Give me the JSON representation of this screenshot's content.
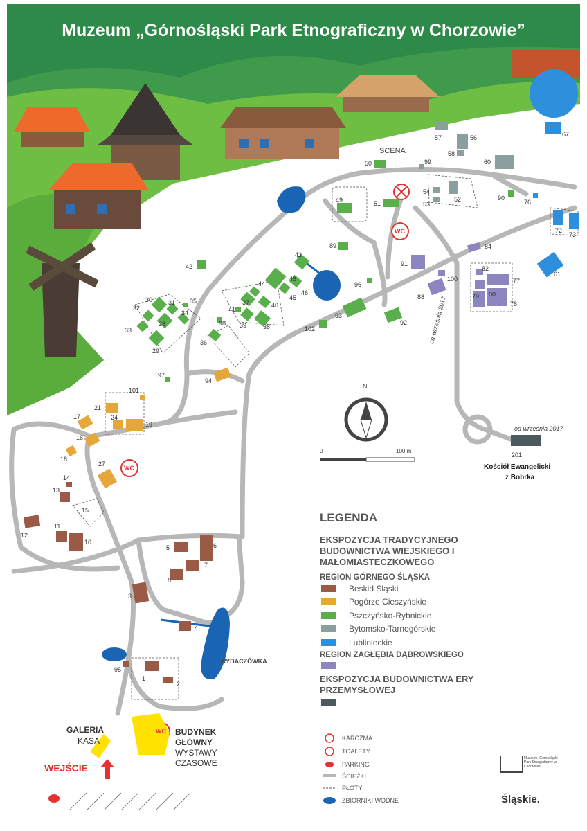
{
  "title": "Muzeum „Górnośląski Park Etnograficzny w Chorzowie”",
  "colors": {
    "beskid": "#9a5a46",
    "pogorze": "#e5a73a",
    "pszczynsko": "#5aae4c",
    "bytomsko": "#8b9ea0",
    "lubliniec": "#2e8fdc",
    "zaglebie": "#8c86c0",
    "przemysl": "#4c5a60",
    "water": "#1a64b4",
    "road": "#b7b7b7",
    "header_green": "#2e8a48",
    "grass": "#6fbe44"
  },
  "legend": {
    "title": "LEGENDA",
    "section1": "EKSPOZYCJA TRADYCYJNEGO BUDOWNICTWA WIEJSKIEGO I MAŁOMIASTECZKOWEGO",
    "region1": "REGION GÓRNEGO ŚLĄSKA",
    "items": [
      {
        "label": "Beskid Śląski",
        "color": "#9a5a46"
      },
      {
        "label": "Pogórze Cieszyńskie",
        "color": "#e5a73a"
      },
      {
        "label": "Pszczyńsko-Rybnickie",
        "color": "#5aae4c"
      },
      {
        "label": "Bytomsko-Tarnogórskie",
        "color": "#8b9ea0"
      },
      {
        "label": "Lublinieckie",
        "color": "#2e8fdc"
      }
    ],
    "region2": "REGION ZAGŁĘBIA DĄBROWSKIEGO",
    "region2_color": "#8c86c0",
    "section2": "EKSPOZYCJA BUDOWNICTWA ERY PRZEMYSŁOWEJ",
    "section2_color": "#4c5a60",
    "symbols": {
      "karczma": "KARCZMA",
      "toalety": "TOALETY",
      "parking": "PARKING",
      "sciezki": "ŚCIEŻKI",
      "ploty": "PŁOTY",
      "zbiorniki": "ZBIORNIKI WODNE"
    }
  },
  "labels": {
    "scena": "SCENA",
    "rybaczowka": "RYBACZÓWKA",
    "galeria": "GALERIA",
    "kasa": "KASA",
    "budynek": "BUDYNEK",
    "glowny": "GŁÓWNY",
    "wystawy": "WYSTAWY",
    "czasowe": "CZASOWE",
    "wejscie": "WEJŚCIE",
    "kosciol1": "Kościół Ewangelicki",
    "kosciol2": "z Bobrka",
    "od_wrzesnia_1": "od września 2017",
    "od_wrzesnia_2": "od września 2017",
    "north": "N",
    "scale_start": "0",
    "scale_end": "100 m",
    "wc": "WC",
    "logo_muzeum": "Muzeum „Górnośląski Park Etnograficzny w Chorzowie”",
    "logo_slaskie": "Śląskie."
  },
  "buildings": [
    {
      "n": "1",
      "color": "#9a5a46"
    },
    {
      "n": "2",
      "color": "#9a5a46"
    },
    {
      "n": "3",
      "color": "#9a5a46"
    },
    {
      "n": "4",
      "color": "#9a5a46"
    },
    {
      "n": "5",
      "color": "#9a5a46"
    },
    {
      "n": "6",
      "color": "#9a5a46"
    },
    {
      "n": "7",
      "color": "#9a5a46"
    },
    {
      "n": "8",
      "color": "#9a5a46"
    },
    {
      "n": "10",
      "color": "#9a5a46"
    },
    {
      "n": "11",
      "color": "#9a5a46"
    },
    {
      "n": "12",
      "color": "#9a5a46"
    },
    {
      "n": "13",
      "color": "#9a5a46"
    },
    {
      "n": "14",
      "color": "#9a5a46"
    },
    {
      "n": "15",
      "color": "#9a5a46"
    },
    {
      "n": "16",
      "color": "#e5a73a"
    },
    {
      "n": "17",
      "color": "#e5a73a"
    },
    {
      "n": "18",
      "color": "#e5a73a"
    },
    {
      "n": "19",
      "color": "#e5a73a"
    },
    {
      "n": "21",
      "color": "#e5a73a"
    },
    {
      "n": "24",
      "color": "#e5a73a"
    },
    {
      "n": "27",
      "color": "#e5a73a"
    },
    {
      "n": "28",
      "color": "#5aae4c"
    },
    {
      "n": "29",
      "color": "#5aae4c"
    },
    {
      "n": "30",
      "color": "#5aae4c"
    },
    {
      "n": "31",
      "color": "#5aae4c"
    },
    {
      "n": "32",
      "color": "#5aae4c"
    },
    {
      "n": "33",
      "color": "#5aae4c"
    },
    {
      "n": "34",
      "color": "#5aae4c"
    },
    {
      "n": "35",
      "color": "#5aae4c"
    },
    {
      "n": "36",
      "color": "#5aae4c"
    },
    {
      "n": "37",
      "color": "#5aae4c"
    },
    {
      "n": "38",
      "color": "#5aae4c"
    },
    {
      "n": "39",
      "color": "#5aae4c"
    },
    {
      "n": "40",
      "color": "#5aae4c"
    },
    {
      "n": "41",
      "color": "#5aae4c"
    },
    {
      "n": "42",
      "color": "#5aae4c"
    },
    {
      "n": "43",
      "color": "#5aae4c"
    },
    {
      "n": "44",
      "color": "#5aae4c"
    },
    {
      "n": "45",
      "color": "#5aae4c"
    },
    {
      "n": "46",
      "color": "#5aae4c"
    },
    {
      "n": "48",
      "color": "#5aae4c"
    },
    {
      "n": "49",
      "color": "#5aae4c"
    },
    {
      "n": "50",
      "color": "#5aae4c"
    },
    {
      "n": "51",
      "color": "#5aae4c"
    },
    {
      "n": "52",
      "color": "#8b9ea0"
    },
    {
      "n": "53",
      "color": "#8b9ea0"
    },
    {
      "n": "54",
      "color": "#8b9ea0"
    },
    {
      "n": "56",
      "color": "#8b9ea0"
    },
    {
      "n": "57",
      "color": "#8b9ea0"
    },
    {
      "n": "58",
      "color": "#8b9ea0"
    },
    {
      "n": "60",
      "color": "#8b9ea0"
    },
    {
      "n": "61",
      "color": "#2e8fdc"
    },
    {
      "n": "67",
      "color": "#2e8fdc"
    },
    {
      "n": "72",
      "color": "#2e8fdc"
    },
    {
      "n": "73",
      "color": "#2e8fdc"
    },
    {
      "n": "76",
      "color": "#2e8fdc"
    },
    {
      "n": "77",
      "color": "#8c86c0"
    },
    {
      "n": "78",
      "color": "#8c86c0"
    },
    {
      "n": "79",
      "color": "#8c86c0"
    },
    {
      "n": "80",
      "color": "#8c86c0"
    },
    {
      "n": "82",
      "color": "#8c86c0"
    },
    {
      "n": "84",
      "color": "#8c86c0"
    },
    {
      "n": "88",
      "color": "#8c86c0"
    },
    {
      "n": "89",
      "color": "#5aae4c"
    },
    {
      "n": "90",
      "color": "#5aae4c"
    },
    {
      "n": "91",
      "color": "#8c86c0"
    },
    {
      "n": "92",
      "color": "#5aae4c"
    },
    {
      "n": "93",
      "color": "#5aae4c"
    },
    {
      "n": "94",
      "color": "#e5a73a"
    },
    {
      "n": "95",
      "color": "#9a5a46"
    },
    {
      "n": "96",
      "color": "#5aae4c"
    },
    {
      "n": "97",
      "color": "#5aae4c"
    },
    {
      "n": "98",
      "color": "#5aae4c"
    },
    {
      "n": "99",
      "color": "#8b9ea0"
    },
    {
      "n": "100",
      "color": "#8c86c0"
    },
    {
      "n": "101",
      "color": "#e5a73a"
    },
    {
      "n": "102",
      "color": "#5aae4c"
    },
    {
      "n": "201",
      "color": "#4c5a60"
    }
  ]
}
